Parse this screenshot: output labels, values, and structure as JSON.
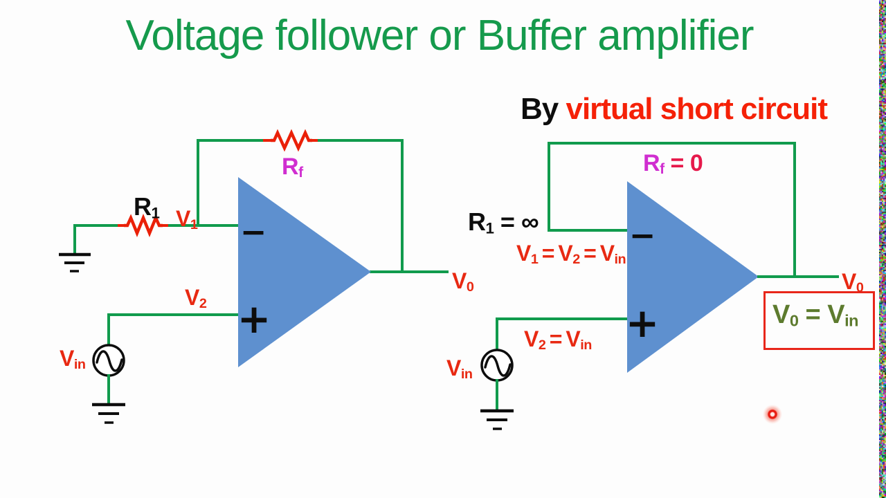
{
  "title": {
    "text": "Voltage follower or Buffer amplifier"
  },
  "subtitle": {
    "segments": [
      {
        "t": "By ",
        "c": "#0d0d0d"
      },
      {
        "t": "virtual short circuit",
        "c": "#f52107"
      }
    ]
  },
  "colors": {
    "title_green": "#159a4c",
    "wire_green": "#119b4d",
    "resistor_red": "#ea2008",
    "opamp_blue": "#5e90cf",
    "label_red": "#e82912",
    "magenta": "#d02ed0",
    "crimson": "#e6194b",
    "olive_green": "#5d7b2e",
    "box_border_red": "#e8261a",
    "ink_black": "#0d0d0d"
  },
  "left_circuit": {
    "r1_label": [
      {
        "t": "R"
      },
      {
        "t": "1",
        "sub": true
      }
    ],
    "v1_label": [
      {
        "t": "V"
      },
      {
        "t": "1",
        "sub": true
      }
    ],
    "rf_label": [
      {
        "t": "R"
      },
      {
        "t": "f",
        "sub": true
      }
    ],
    "v2_label": [
      {
        "t": "V"
      },
      {
        "t": "2",
        "sub": true
      }
    ],
    "vin_label": [
      {
        "t": "V"
      },
      {
        "t": "in",
        "sub": true
      }
    ],
    "v0_label": [
      {
        "t": "V"
      },
      {
        "t": "0",
        "sub": true
      }
    ],
    "minus_sign": "−",
    "plus_sign": "+"
  },
  "right_circuit": {
    "rf_eq_label": [
      {
        "t": "R",
        "c": "#d02ed0"
      },
      {
        "t": "f",
        "sub": true,
        "c": "#d02ed0"
      },
      {
        "t": " = 0",
        "c": "#e6194b"
      }
    ],
    "r1_eq_label": [
      {
        "t": "R"
      },
      {
        "t": "1",
        "sub": true
      },
      {
        "t": " = ∞"
      }
    ],
    "v1_eq_label": [
      {
        "t": "V"
      },
      {
        "t": "1",
        "sub": true
      },
      {
        "t": " = V"
      },
      {
        "t": "2",
        "sub": true
      },
      {
        "t": " = V"
      },
      {
        "t": "in",
        "sub": true
      }
    ],
    "v2_eq_label": [
      {
        "t": "V"
      },
      {
        "t": "2",
        "sub": true
      },
      {
        "t": " = V"
      },
      {
        "t": "in",
        "sub": true
      }
    ],
    "vin_label": [
      {
        "t": "V"
      },
      {
        "t": "in",
        "sub": true
      }
    ],
    "v0_label": [
      {
        "t": "V"
      },
      {
        "t": "0",
        "sub": true
      }
    ],
    "result_label": [
      {
        "t": "V"
      },
      {
        "t": "0",
        "sub": true
      },
      {
        "t": " = V"
      },
      {
        "t": "in",
        "sub": true
      }
    ],
    "minus_sign": "−",
    "plus_sign": "+"
  }
}
